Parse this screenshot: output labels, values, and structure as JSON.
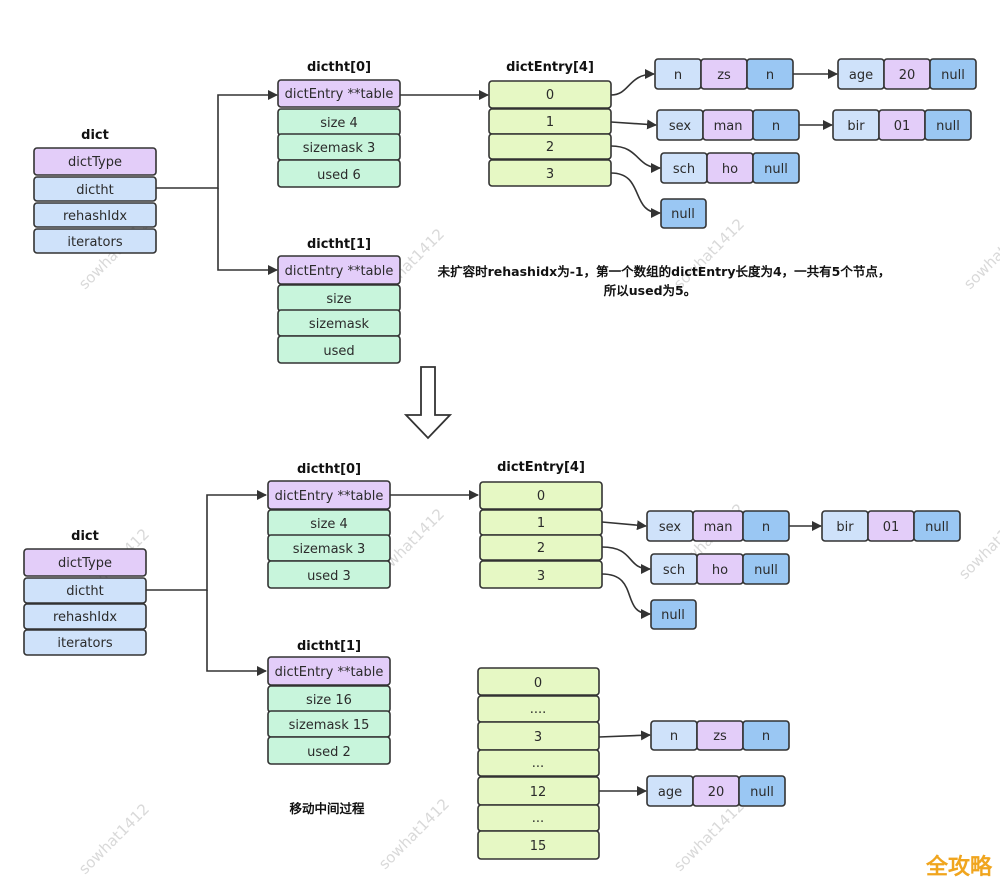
{
  "watermarks": [
    "sowhat1412"
  ],
  "brand": "全攻略",
  "top": {
    "dict": {
      "title": "dict",
      "fields": [
        "dictType",
        "dictht",
        "rehashIdx",
        "iterators"
      ]
    },
    "ht0": {
      "title": "dictht[0]",
      "fields": [
        "dictEntry **table",
        "size 4",
        "sizemask 3",
        "used 6"
      ]
    },
    "ht1": {
      "title": "dictht[1]",
      "fields": [
        "dictEntry **table",
        "size",
        "sizemask",
        "used"
      ]
    },
    "entry": {
      "title": "dictEntry[4]",
      "slots": [
        "0",
        "1",
        "2",
        "3"
      ]
    },
    "nodes": {
      "n_zs": [
        "n",
        "zs",
        "n"
      ],
      "age_20": [
        "age",
        "20",
        "null"
      ],
      "sex_man": [
        "sex",
        "man",
        "n"
      ],
      "bir_01": [
        "bir",
        "01",
        "null"
      ],
      "sch_ho": [
        "sch",
        "ho",
        "null"
      ],
      "null": "null"
    },
    "note_line1": "未扩容时rehashidx为-1，第一个数组的dictEntry长度为4，一共有5个节点，",
    "note_line2": "所以used为5。"
  },
  "bottom": {
    "dict": {
      "title": "dict",
      "fields": [
        "dictType",
        "dictht",
        "rehashIdx",
        "iterators"
      ]
    },
    "ht0": {
      "title": "dictht[0]",
      "fields": [
        "dictEntry **table",
        "size 4",
        "sizemask 3",
        "used 3"
      ]
    },
    "ht1": {
      "title": "dictht[1]",
      "fields": [
        "dictEntry **table",
        "size 16",
        "sizemask 15",
        "used 2"
      ]
    },
    "entry": {
      "title": "dictEntry[4]",
      "slots": [
        "0",
        "1",
        "2",
        "3"
      ]
    },
    "entry16": {
      "slots": [
        "0",
        "....",
        "3",
        "...",
        "12",
        "...",
        "15"
      ]
    },
    "nodes": {
      "sex_man": [
        "sex",
        "man",
        "n"
      ],
      "bir_01": [
        "bir",
        "01",
        "null"
      ],
      "sch_ho": [
        "sch",
        "ho",
        "null"
      ],
      "null": "null",
      "n_zs": [
        "n",
        "zs",
        "n"
      ],
      "age_20": [
        "age",
        "20",
        "null"
      ]
    },
    "caption": "移动中间过程"
  },
  "colors": {
    "purple": "#e3cdf9",
    "blue": "#cfe2fa",
    "green": "#c8f5dc",
    "yellowgreen": "#e6f8c4",
    "nodeBlue": "#9ac7f3",
    "nodePurple": "#e3cdf9",
    "nodeLight": "#cfe2fa"
  }
}
